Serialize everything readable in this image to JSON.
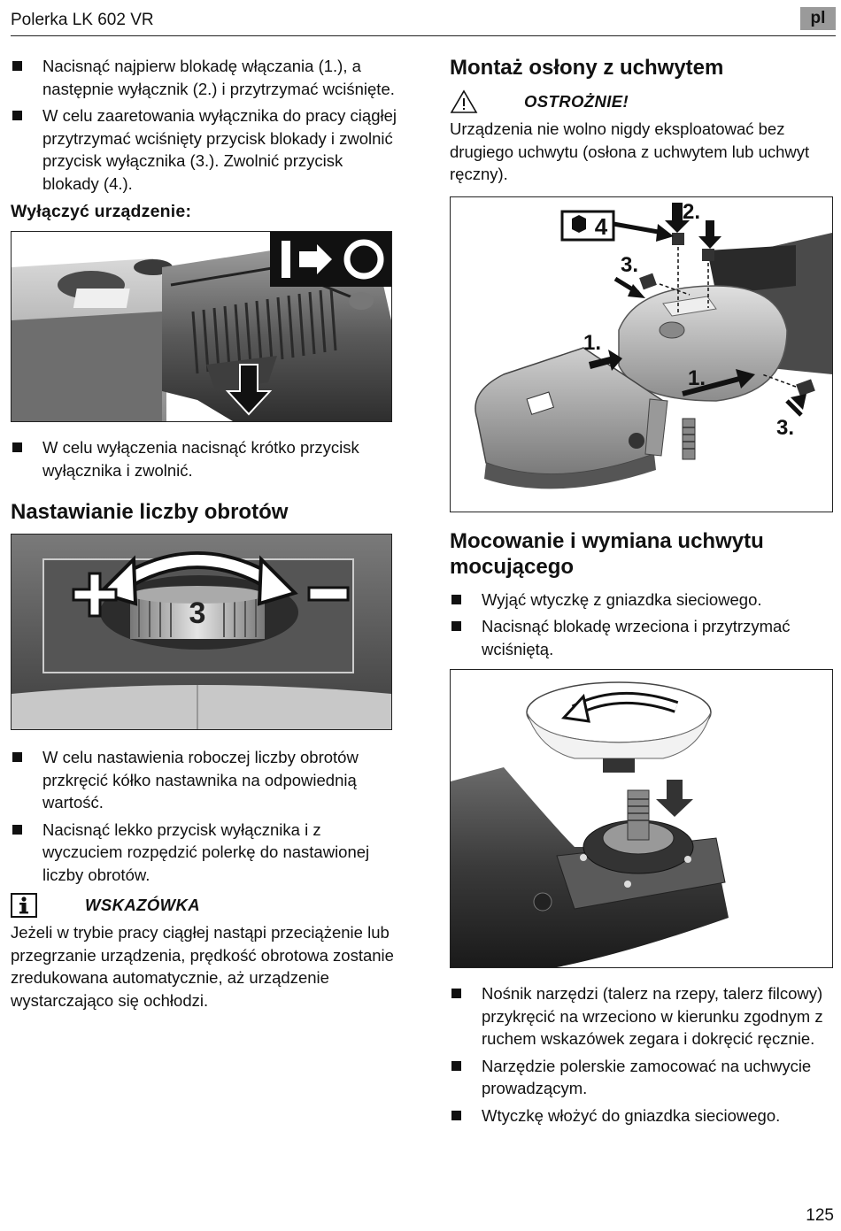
{
  "header": {
    "title": "Polerka LK 602 VR",
    "lang": "pl"
  },
  "left": {
    "bullets1": [
      "Nacisnąć najpierw blokadę włączania (1.), a następnie wyłącznik (2.) i przytrzymać wciśnięte.",
      "W celu zaaretowania wyłącznika do pracy ciągłej przytrzymać wciśnięty przycisk blokady i zwolnić przycisk wyłącznika (3.). Zwolnić przycisk blokady (4.)."
    ],
    "switch_off_heading": "Wyłączyć urządzenie:",
    "bullets2": [
      "W celu wyłączenia nacisnąć krótko przycisk wyłącznika i zwolnić."
    ],
    "speed_heading": "Nastawianie liczby obrotów",
    "speed_dial_value": "3",
    "bullets3": [
      "W celu nastawienia roboczej liczby obrotów przkręcić kółko nastawnika na odpowiednią wartość.",
      "Nacisnąć lekko przycisk wyłącznika i z wyczuciem rozpędzić polerkę do nastawionej liczby obrotów."
    ],
    "note_label": "WSKAZÓWKA",
    "note_text": "Jeżeli w trybie pracy ciągłej nastąpi przeciążenie lub przegrzanie urządzenia, prędkość obrotowa zostanie zredukowana automatycznie, aż urządzenie wystarczająco się ochłodzi."
  },
  "right": {
    "guard_heading": "Montaż osłony z uchwytem",
    "caution_label": "OSTROŻNIE!",
    "caution_text": "Urządzenia nie wolno nigdy eksploatować bez drugiego uchwytu (osłona z uchwytem lub uchwyt ręczny).",
    "fig_labels": {
      "tool_size": "4",
      "step1": "1.",
      "step2": "2.",
      "step3": "3."
    },
    "mount_heading": "Mocowanie i wymiana uchwytu mocującego",
    "bullets1": [
      "Wyjąć wtyczkę z gniazdka sieciowego.",
      "Nacisnąć blokadę wrzeciona i przytrzymać wciśniętą."
    ],
    "bullets2": [
      "Nośnik narzędzi (talerz na rzepy, talerz filcowy) przykręcić na wrzeciono w kierunku zgodnym z ruchem wskazówek zegara i dokręcić ręcznie.",
      "Narzędzie polerskie zamocować na uchwycie prowadzącym.",
      "Wtyczkę włożyć do gniazdka sieciowego."
    ]
  },
  "page_number": "125"
}
